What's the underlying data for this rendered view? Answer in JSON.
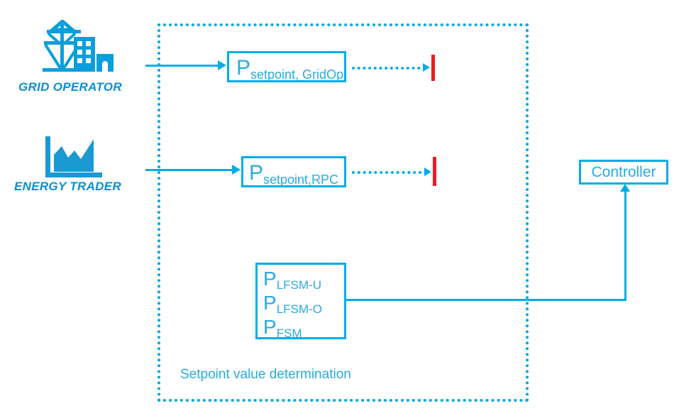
{
  "diagram": {
    "title": "Setpoint value determination",
    "colors": {
      "primary_blue": "#00ade6",
      "label_blue": "#0a8fd6",
      "text_blue": "#29abe2",
      "red_limit": "#ee1c24",
      "background": "#ffffff"
    },
    "actors": [
      {
        "id": "grid-operator",
        "label": "GRID OPERATOR",
        "icon": "power-pylon-buildings-icon"
      },
      {
        "id": "energy-trader",
        "label": "ENERGY TRADER",
        "icon": "market-chart-icon"
      }
    ],
    "region": {
      "caption": "Setpoint value determination",
      "border_style": "dotted"
    },
    "blocks": {
      "setpoint_gridop": {
        "base": "P",
        "subscript": "setpoint, GridOp"
      },
      "setpoint_rpc": {
        "base": "P",
        "subscript": "setpoint,RPC"
      },
      "lfsm": {
        "lines": [
          {
            "base": "P",
            "subscript": "LFSM-U"
          },
          {
            "base": "P",
            "subscript": "LFSM-O"
          },
          {
            "base": "P",
            "subscript": "FSM"
          }
        ]
      },
      "controller": {
        "label": "Controller"
      }
    },
    "connectors": {
      "gridop_to_setpoint": "solid-arrow-right",
      "trader_to_setpoint": "solid-arrow-right",
      "setpoint_gridop_to_limit": "dotted-arrow-right",
      "setpoint_rpc_to_limit": "dotted-arrow-right",
      "lfsm_to_controller": "solid-arrow-up",
      "limit_marker": "red-vertical-bar"
    }
  }
}
